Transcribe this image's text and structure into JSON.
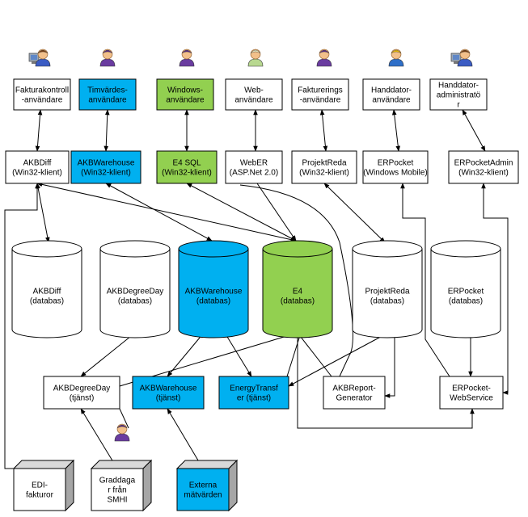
{
  "colors": {
    "blue": "#00b0f0",
    "green": "#92d050",
    "white": "#ffffff",
    "cube_side": "#a6a6a6",
    "cube_top": "#d9d9d9",
    "line": "#000000"
  },
  "users": [
    {
      "id": "u1",
      "icon": "computer-user-icon",
      "lines": [
        "Fakturakontroll",
        "-användare"
      ],
      "color": "white"
    },
    {
      "id": "u2",
      "icon": "user-icon",
      "lines": [
        "Timvärdes-",
        "användare"
      ],
      "color": "blue"
    },
    {
      "id": "u3",
      "icon": "user-icon",
      "lines": [
        "Windows-",
        "användare"
      ],
      "color": "green"
    },
    {
      "id": "u4",
      "icon": "web-user-icon",
      "lines": [
        "Web-",
        "användare"
      ],
      "color": "white"
    },
    {
      "id": "u5",
      "icon": "user-icon",
      "lines": [
        "Fakturerings",
        "-användare"
      ],
      "color": "white"
    },
    {
      "id": "u6",
      "icon": "worker-icon",
      "lines": [
        "Handdator-",
        "användare"
      ],
      "color": "white"
    },
    {
      "id": "u7",
      "icon": "computer-user-icon",
      "lines": [
        "Handdator-",
        "administratö",
        "r"
      ],
      "color": "white"
    }
  ],
  "clients": [
    {
      "id": "c1",
      "lines": [
        "AKBDiff",
        "(Win32-klient)"
      ],
      "color": "white"
    },
    {
      "id": "c2",
      "lines": [
        "AKBWarehouse",
        "(Win32-klient)"
      ],
      "color": "blue"
    },
    {
      "id": "c3",
      "lines": [
        "E4 SQL",
        "(Win32-klient)"
      ],
      "color": "green"
    },
    {
      "id": "c4",
      "lines": [
        "WebER",
        "(ASP.Net 2.0)"
      ],
      "color": "white"
    },
    {
      "id": "c5",
      "lines": [
        "ProjektReda",
        "(Win32-klient)"
      ],
      "color": "white"
    },
    {
      "id": "c6",
      "lines": [
        "ERPocket",
        "(Windows Mobile)"
      ],
      "color": "white"
    },
    {
      "id": "c7",
      "lines": [
        "ERPocketAdmin",
        "(Win32-klient)"
      ],
      "color": "white"
    }
  ],
  "databases": [
    {
      "id": "d1",
      "lines": [
        "AKBDiff",
        "(databas)"
      ],
      "color": "white"
    },
    {
      "id": "d2",
      "lines": [
        "AKBDegreeDay",
        "(databas)"
      ],
      "color": "white"
    },
    {
      "id": "d3",
      "lines": [
        "AKBWarehouse",
        "(databas)"
      ],
      "color": "blue"
    },
    {
      "id": "d4",
      "lines": [
        "E4",
        "(databas)"
      ],
      "color": "green"
    },
    {
      "id": "d5",
      "lines": [
        "ProjektReda",
        "(databas)"
      ],
      "color": "white"
    },
    {
      "id": "d6",
      "lines": [
        "ERPocket",
        "(databas)"
      ],
      "color": "white"
    }
  ],
  "services": [
    {
      "id": "s1",
      "lines": [
        "AKBDegreeDay",
        "(tjänst)"
      ],
      "color": "white"
    },
    {
      "id": "s2",
      "lines": [
        "AKBWarehouse",
        "(tjänst)"
      ],
      "color": "blue"
    },
    {
      "id": "s3",
      "lines": [
        "EnergyTransf",
        "er (tjänst)"
      ],
      "color": "blue"
    },
    {
      "id": "s4",
      "lines": [
        "AKBReport-",
        "Generator"
      ],
      "color": "white"
    },
    {
      "id": "s5",
      "lines": [
        "ERPocket-",
        "WebService"
      ],
      "color": "white"
    }
  ],
  "smhi_user": {
    "icon": "user-icon"
  },
  "sources": [
    {
      "id": "x1",
      "lines": [
        "EDI-",
        "fakturor"
      ],
      "color": "white"
    },
    {
      "id": "x2",
      "lines": [
        "Graddaga",
        "r från",
        "SMHI"
      ],
      "color": "white"
    },
    {
      "id": "x3",
      "lines": [
        "Externa",
        "mätvärden"
      ],
      "color": "blue"
    }
  ]
}
